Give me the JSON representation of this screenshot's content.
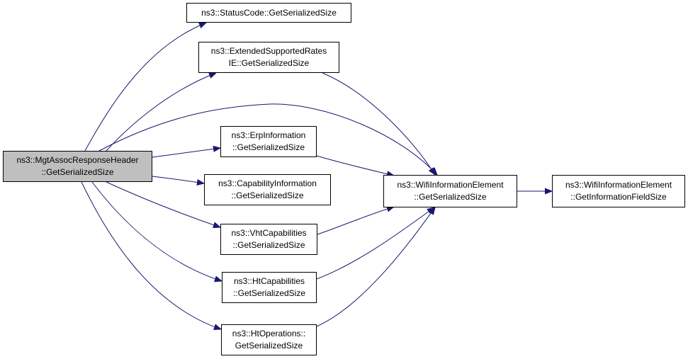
{
  "diagram": {
    "edge_color": "#191970",
    "root_fill": "#bfbfbf",
    "node_fill": "#ffffff",
    "nodes": [
      {
        "id": "root",
        "lines": [
          "ns3::MgtAssocResponseHeader",
          "::GetSerializedSize"
        ]
      },
      {
        "id": "status",
        "lines": [
          "ns3::StatusCode::GetSerializedSize"
        ]
      },
      {
        "id": "esr",
        "lines": [
          "ns3::ExtendedSupportedRates",
          "IE::GetSerializedSize"
        ]
      },
      {
        "id": "erp",
        "lines": [
          "ns3::ErpInformation",
          "::GetSerializedSize"
        ]
      },
      {
        "id": "cap",
        "lines": [
          "ns3::CapabilityInformation",
          "::GetSerializedSize"
        ]
      },
      {
        "id": "vht",
        "lines": [
          "ns3::VhtCapabilities",
          "::GetSerializedSize"
        ]
      },
      {
        "id": "ht",
        "lines": [
          "ns3::HtCapabilities",
          "::GetSerializedSize"
        ]
      },
      {
        "id": "htop",
        "lines": [
          "ns3::HtOperations::",
          "GetSerializedSize"
        ]
      },
      {
        "id": "wie",
        "lines": [
          "ns3::WifiInformationElement",
          "::GetSerializedSize"
        ]
      },
      {
        "id": "wifs",
        "lines": [
          "ns3::WifiInformationElement",
          "::GetInformationFieldSize"
        ]
      }
    ],
    "edges": [
      {
        "from": "root",
        "to": "status"
      },
      {
        "from": "root",
        "to": "esr"
      },
      {
        "from": "root",
        "to": "wie"
      },
      {
        "from": "root",
        "to": "erp"
      },
      {
        "from": "root",
        "to": "cap"
      },
      {
        "from": "root",
        "to": "vht"
      },
      {
        "from": "root",
        "to": "ht"
      },
      {
        "from": "root",
        "to": "htop"
      },
      {
        "from": "esr",
        "to": "wie"
      },
      {
        "from": "erp",
        "to": "wie"
      },
      {
        "from": "vht",
        "to": "wie"
      },
      {
        "from": "ht",
        "to": "wie"
      },
      {
        "from": "htop",
        "to": "wie"
      },
      {
        "from": "wie",
        "to": "wifs"
      }
    ]
  }
}
